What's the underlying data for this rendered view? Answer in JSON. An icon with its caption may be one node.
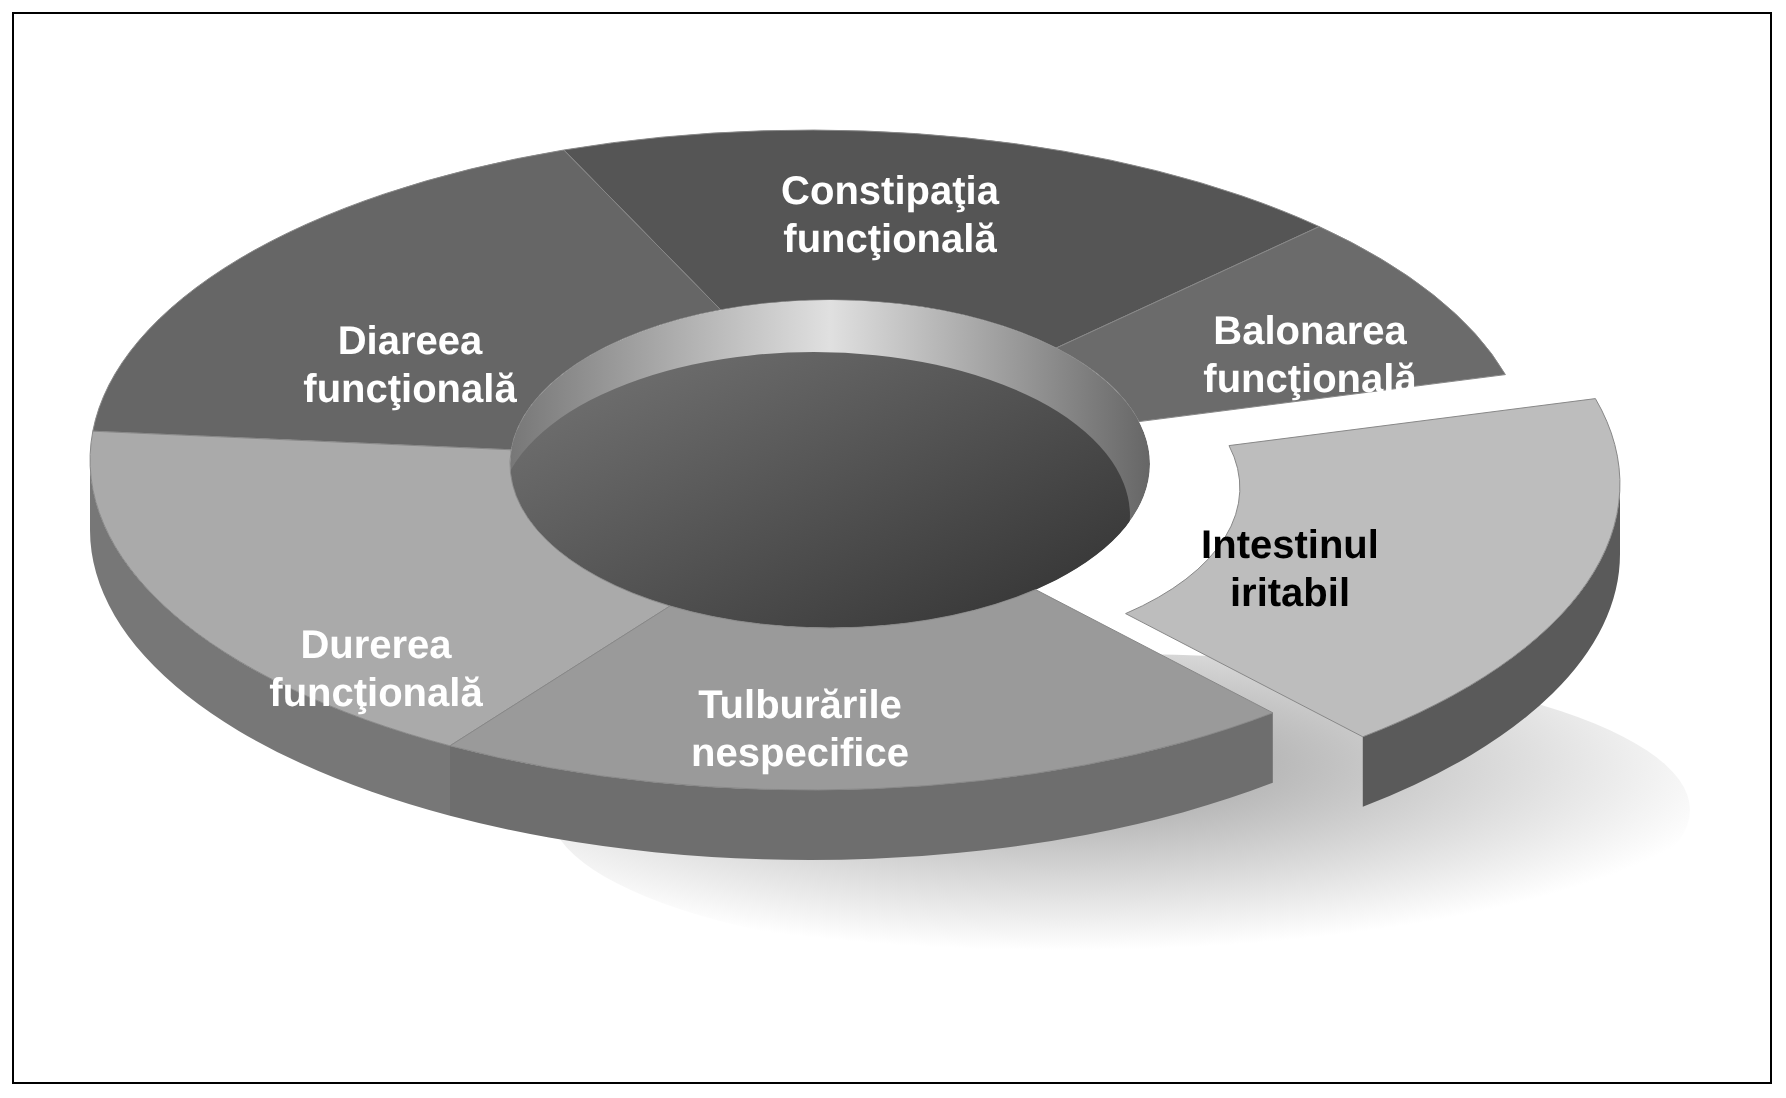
{
  "diagram": {
    "nodes": [
      {
        "text": [
          "Constipaţia funcţională"
        ]
      },
      {
        "text": [
          "Balonarea funcţională"
        ]
      },
      {
        "text": [
          "Diareea funcţională"
        ]
      },
      {
        "text": [
          "Intestinul iritabil"
        ]
      },
      {
        "text": [
          "Durerea funcţională"
        ]
      },
      {
        "text": [
          "Tulburările nespecifice"
        ]
      }
    ],
    "edges": []
  }
}
